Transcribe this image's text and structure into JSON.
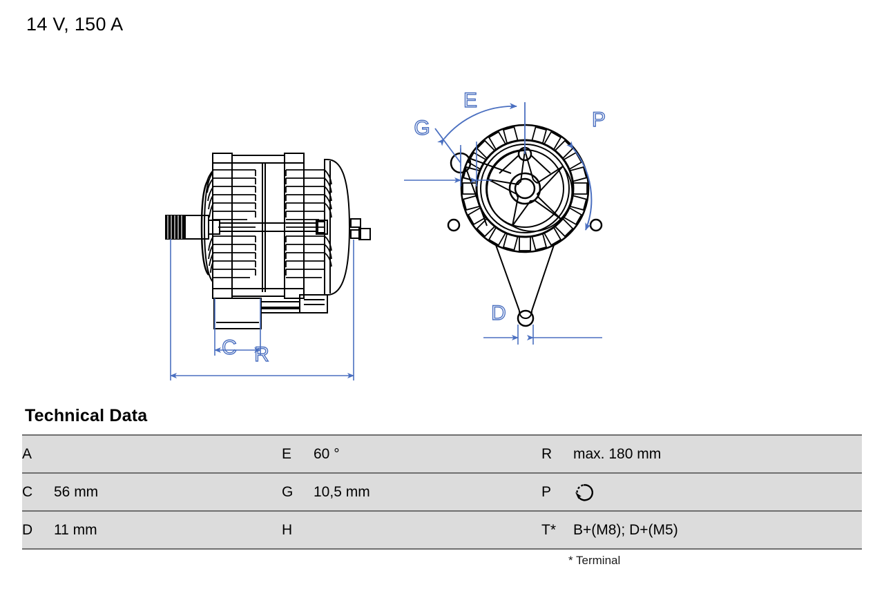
{
  "header": {
    "title": "14 V, 150 A"
  },
  "drawing": {
    "side_view": {
      "name": "alternator-side-view",
      "dimension_labels": [
        {
          "id": "C",
          "label": "C"
        },
        {
          "id": "R",
          "label": "R"
        }
      ]
    },
    "front_view": {
      "name": "alternator-front-view",
      "dimension_labels": [
        {
          "id": "E",
          "label": "E"
        },
        {
          "id": "G",
          "label": "G"
        },
        {
          "id": "P",
          "label": "P"
        },
        {
          "id": "D",
          "label": "D"
        }
      ]
    },
    "colors": {
      "dimension_blue": "#4a6fc0",
      "outline_black": "#000000"
    }
  },
  "technical_data": {
    "heading": "Technical Data",
    "rows": [
      {
        "col1_key": "A",
        "col1_value": "",
        "col2_key": "E",
        "col2_value": "60 °",
        "col3_key": "R",
        "col3_value": "max. 180 mm"
      },
      {
        "col1_key": "C",
        "col1_value": "56 mm",
        "col2_key": "G",
        "col2_value": "10,5 mm",
        "col3_key": "P",
        "col3_value": "",
        "col3_icon": "rotation-clockwise-icon"
      },
      {
        "col1_key": "D",
        "col1_value": "11 mm",
        "col2_key": "H",
        "col2_value": "",
        "col3_key": "T*",
        "col3_value": "B+(M8); D+(M5)"
      }
    ],
    "footnote": "* Terminal"
  }
}
